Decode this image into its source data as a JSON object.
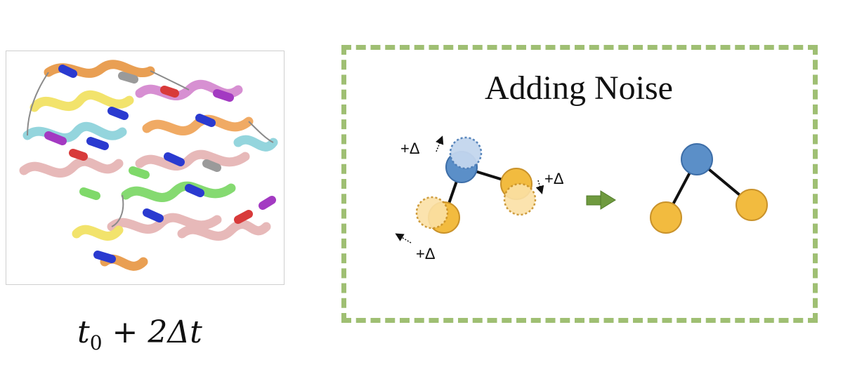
{
  "caption": {
    "t_symbol": "t",
    "t_subscript": "0",
    "rest": " + 2Δt"
  },
  "noise_panel": {
    "title": "Adding Noise",
    "delta_label": "+Δ"
  },
  "colors": {
    "node_blue": "#5b8fc8",
    "node_blue_ghost": "#c3d6ee",
    "node_yellow": "#f2bb3f",
    "node_yellow_ghost": "#fbe1a6",
    "box_border": "#9fbf73",
    "arrow_green": "#6f9a3f"
  },
  "icons": {
    "protein": "protein-ribbon-structure",
    "arrow": "right-arrow-icon"
  }
}
